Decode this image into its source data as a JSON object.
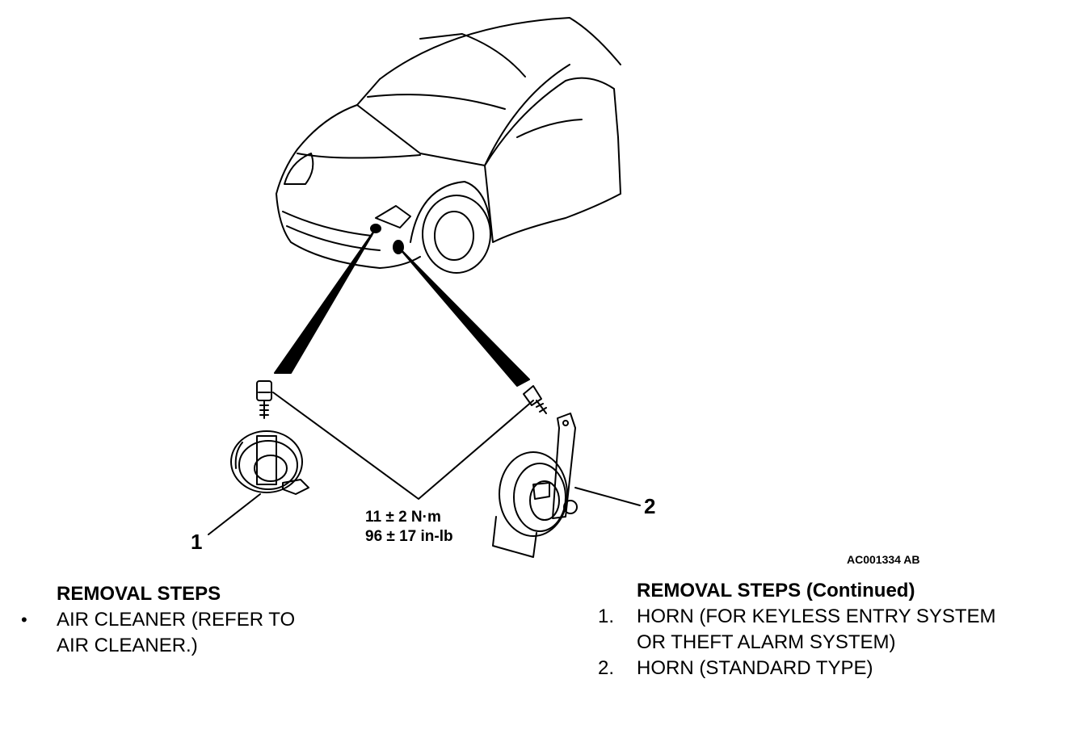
{
  "diagram": {
    "callouts": [
      "1",
      "2"
    ],
    "torque": {
      "metric": "11 ± 2 N·m",
      "imperial": "96 ± 17 in-lb"
    },
    "figure_code": "AC001334 AB"
  },
  "removal_left": {
    "heading": "REMOVAL STEPS",
    "items": [
      {
        "marker": "•",
        "lines": [
          "AIR CLEANER (REFER TO",
          "AIR CLEANER.)"
        ]
      }
    ]
  },
  "removal_right": {
    "heading": "REMOVAL STEPS (Continued)",
    "items": [
      {
        "marker": "1.",
        "lines": [
          "HORN (FOR KEYLESS ENTRY SYSTEM",
          "OR THEFT ALARM SYSTEM)"
        ]
      },
      {
        "marker": "2.",
        "lines": [
          "HORN (STANDARD TYPE)"
        ]
      }
    ]
  }
}
